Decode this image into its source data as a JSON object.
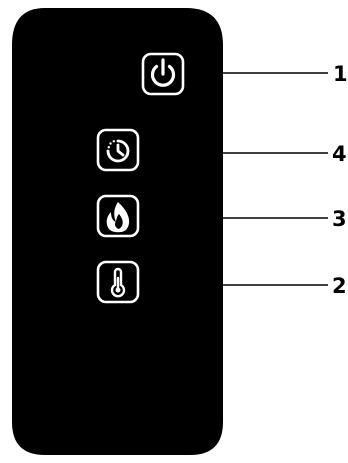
{
  "colors": {
    "remote_body": "#000000",
    "icon_stroke": "#ffffff",
    "leader_line": "#000000",
    "background": "#ffffff"
  },
  "buttons": [
    {
      "icon": "power-icon",
      "callout": "1"
    },
    {
      "icon": "timer-icon",
      "callout": "4"
    },
    {
      "icon": "flame-icon",
      "callout": "3"
    },
    {
      "icon": "thermometer-icon",
      "callout": "2"
    }
  ]
}
